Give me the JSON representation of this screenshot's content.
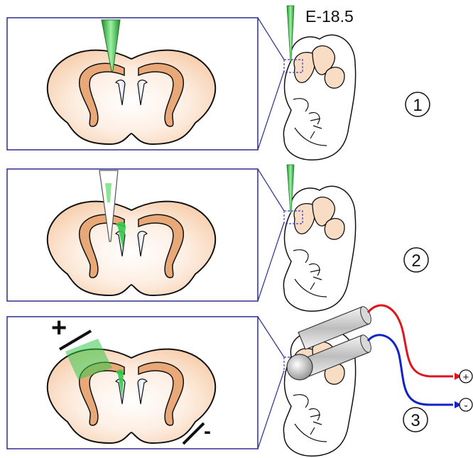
{
  "stage_label": "E-18.5",
  "steps": [
    {
      "number": "1"
    },
    {
      "number": "2"
    },
    {
      "number": "3"
    }
  ],
  "electrode_signs": {
    "panel_plus": "+",
    "panel_minus": "-",
    "terminal_plus": "+",
    "terminal_minus": "-"
  },
  "colors": {
    "tissue": "#f9dcc4",
    "white_matter": "#e8a878",
    "outline": "#111111",
    "panel_frame": "#2b2f8f",
    "ventricle": "#dfe8f6",
    "pipette_green": "#3ec04a",
    "dna_green": "#35c94a",
    "wire_positive": "#e0141e",
    "wire_negative": "#1022c8"
  },
  "icons": [
    "pipette-icon",
    "brain-slice-icon",
    "embryo-icon",
    "electrode-icon"
  ]
}
